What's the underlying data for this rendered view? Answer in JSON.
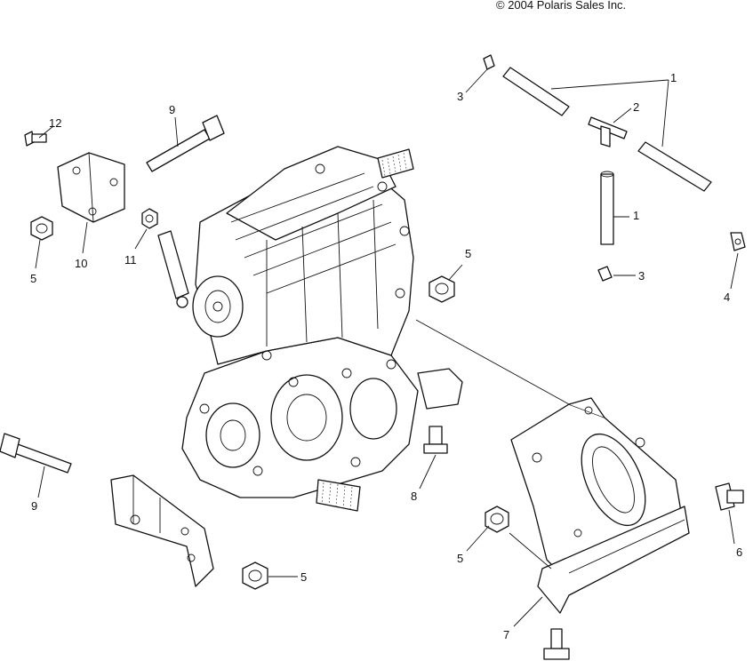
{
  "copyright": "© 2004 Polaris Sales Inc.",
  "callouts": {
    "c1_top": "1",
    "c1_mid": "1",
    "c2": "2",
    "c3_top": "3",
    "c3_mid": "3",
    "c4": "4",
    "c5_left": "5",
    "c5_center": "5",
    "c5_bottom_right": "5",
    "c5_bottom_left": "5",
    "c6": "6",
    "c7": "7",
    "c8": "8",
    "c9_top": "9",
    "c9_left": "9",
    "c10": "10",
    "c11": "11",
    "c12": "12"
  },
  "colors": {
    "ink": "#111111",
    "background": "#ffffff"
  }
}
